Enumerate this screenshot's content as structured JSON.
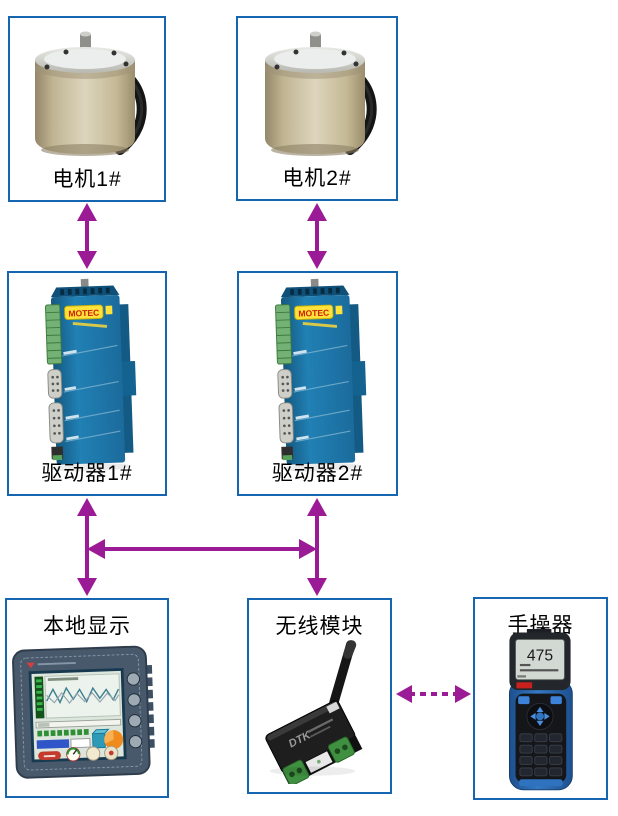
{
  "boxes": {
    "motor1": {
      "label": "电机1#"
    },
    "motor2": {
      "label": "电机2#"
    },
    "driver1": {
      "label": "驱动器1#"
    },
    "driver2": {
      "label": "驱动器2#"
    },
    "display": {
      "label": "本地显示"
    },
    "wireless": {
      "label": "无线模块"
    },
    "handheld": {
      "label": "手操器"
    }
  },
  "devices": {
    "driver_brand": "MOTEC",
    "wireless_brand": "DTK",
    "handheld_screen_value": "475"
  },
  "connections": [
    {
      "from": "电机1#",
      "to": "驱动器1#",
      "style": "solid",
      "bidirectional": true
    },
    {
      "from": "电机2#",
      "to": "驱动器2#",
      "style": "solid",
      "bidirectional": true
    },
    {
      "from": "驱动器1#",
      "to": "本地显示",
      "style": "solid",
      "bidirectional": true
    },
    {
      "from": "驱动器2#",
      "to": "无线模块",
      "style": "solid",
      "bidirectional": true
    },
    {
      "from": "驱动器1#",
      "to": "驱动器2#",
      "style": "solid",
      "bidirectional": true
    },
    {
      "from": "无线模块",
      "to": "手操器",
      "style": "dashed",
      "bidirectional": true
    }
  ],
  "colors": {
    "box_border": "#1565b0",
    "arrow": "#9b1b96"
  }
}
